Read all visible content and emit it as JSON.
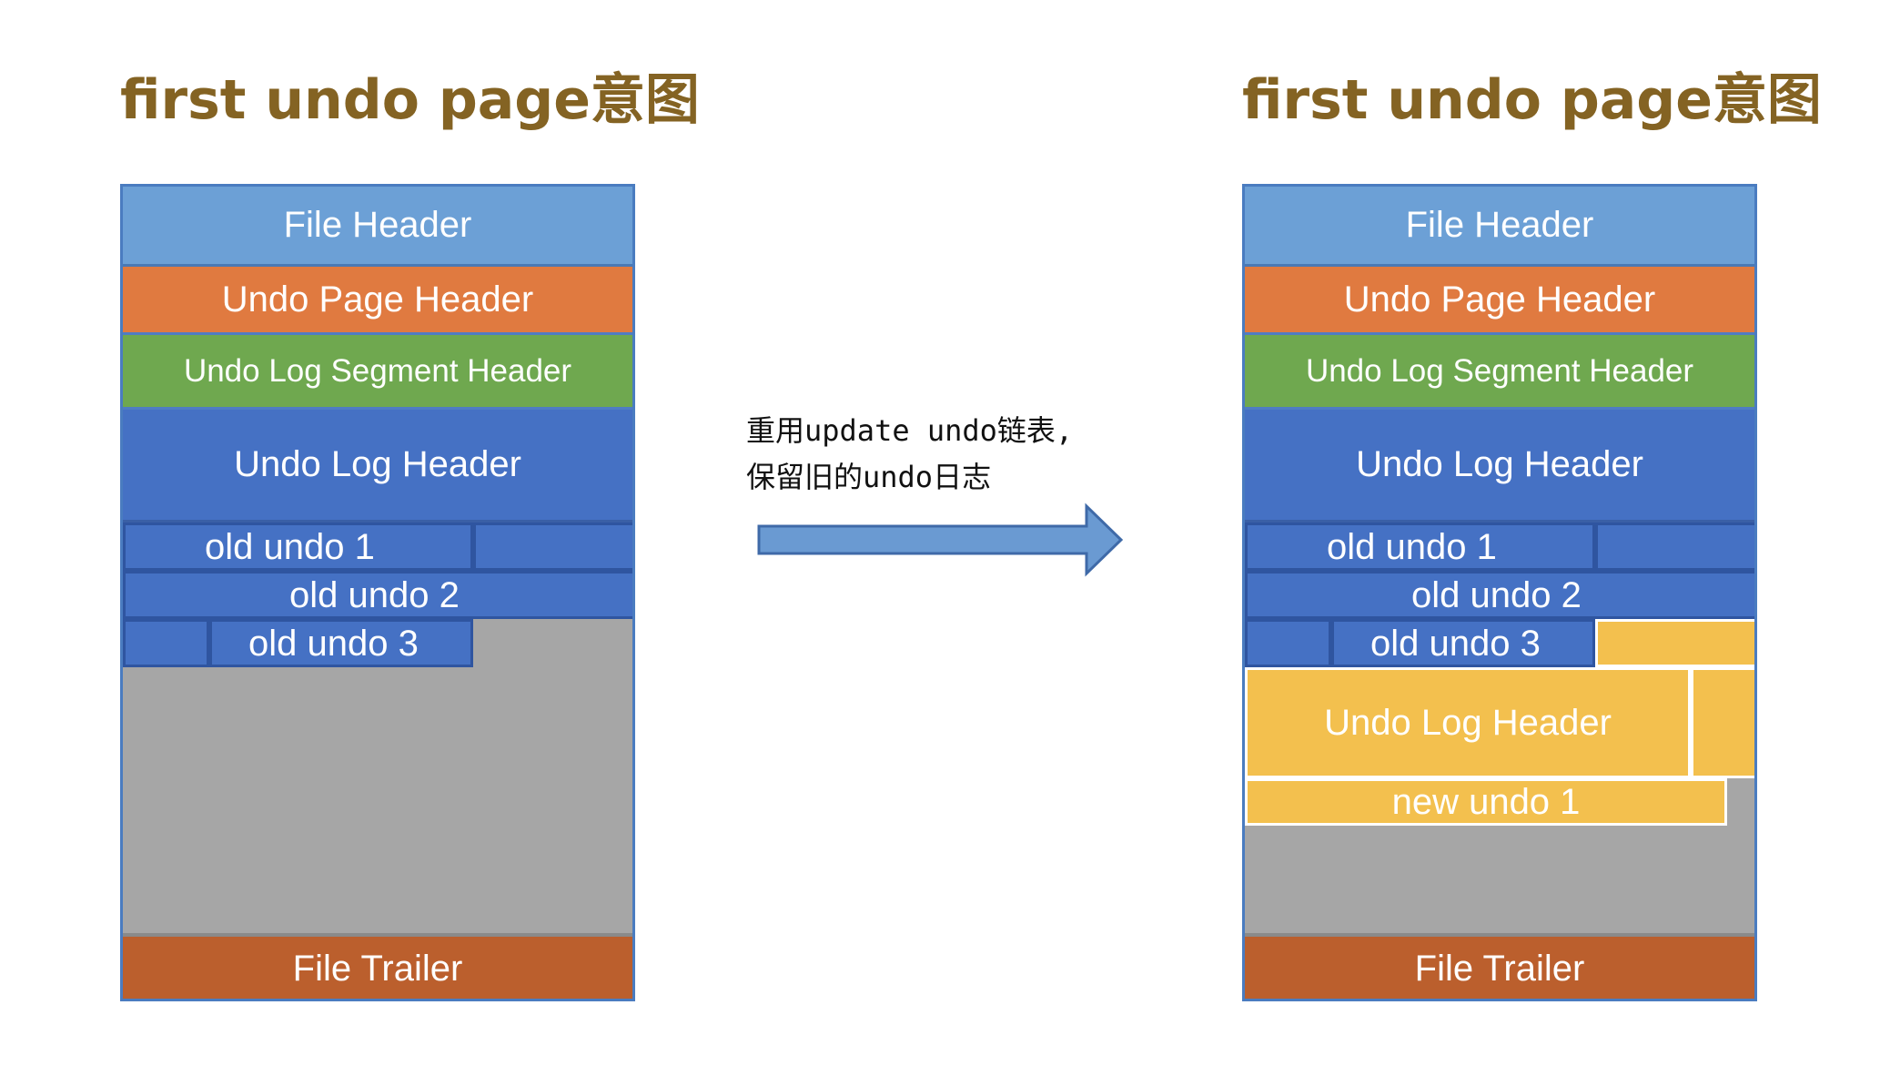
{
  "left_panel": {
    "title": "first undo page意图",
    "file_header": "File Header",
    "undo_page_header": "Undo Page Header",
    "undo_log_segment_header": "Undo Log Segment Header",
    "undo_log_header": "Undo Log Header",
    "old_undo_1": "old undo 1",
    "old_undo_2": "old undo 2",
    "old_undo_3": "old undo 3",
    "file_trailer": "File Trailer"
  },
  "right_panel": {
    "title": "first undo page意图",
    "file_header": "File Header",
    "undo_page_header": "Undo Page Header",
    "undo_log_segment_header": "Undo Log Segment Header",
    "undo_log_header": "Undo Log Header",
    "old_undo_1": "old undo 1",
    "old_undo_2": "old undo 2",
    "old_undo_3": "old undo 3",
    "new_undo_log_header": "Undo Log Header",
    "new_undo_1": "new undo 1",
    "file_trailer": "File Trailer"
  },
  "transition": {
    "line1": "重用update undo链表,",
    "line2": "保留旧的undo日志",
    "arrow_icon": "right-arrow-icon"
  },
  "colors": {
    "title": "#846323",
    "file_header": "#6ca0d6",
    "undo_page_header": "#e07a40",
    "undo_log_segment_header": "#6fa84f",
    "undo_log_header": "#4571c4",
    "new_undo_log": "#f3c04e",
    "free_space": "#a6a6a6",
    "file_trailer": "#bb5f2d"
  }
}
